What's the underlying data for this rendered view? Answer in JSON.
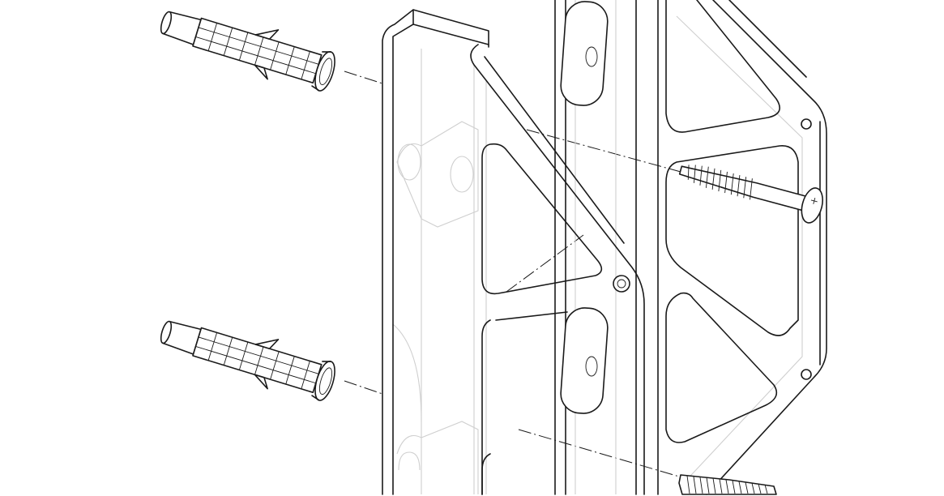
{
  "diagram": {
    "kind": "exploded-assembly-line-drawing",
    "parts": [
      "wall-anchor",
      "wall-anchor",
      "bracket",
      "wood-screw",
      "wood-screw"
    ],
    "colors": {
      "line": "#1a1a1a",
      "hidden_line": "#cfcfcf",
      "background": "#ffffff"
    }
  }
}
